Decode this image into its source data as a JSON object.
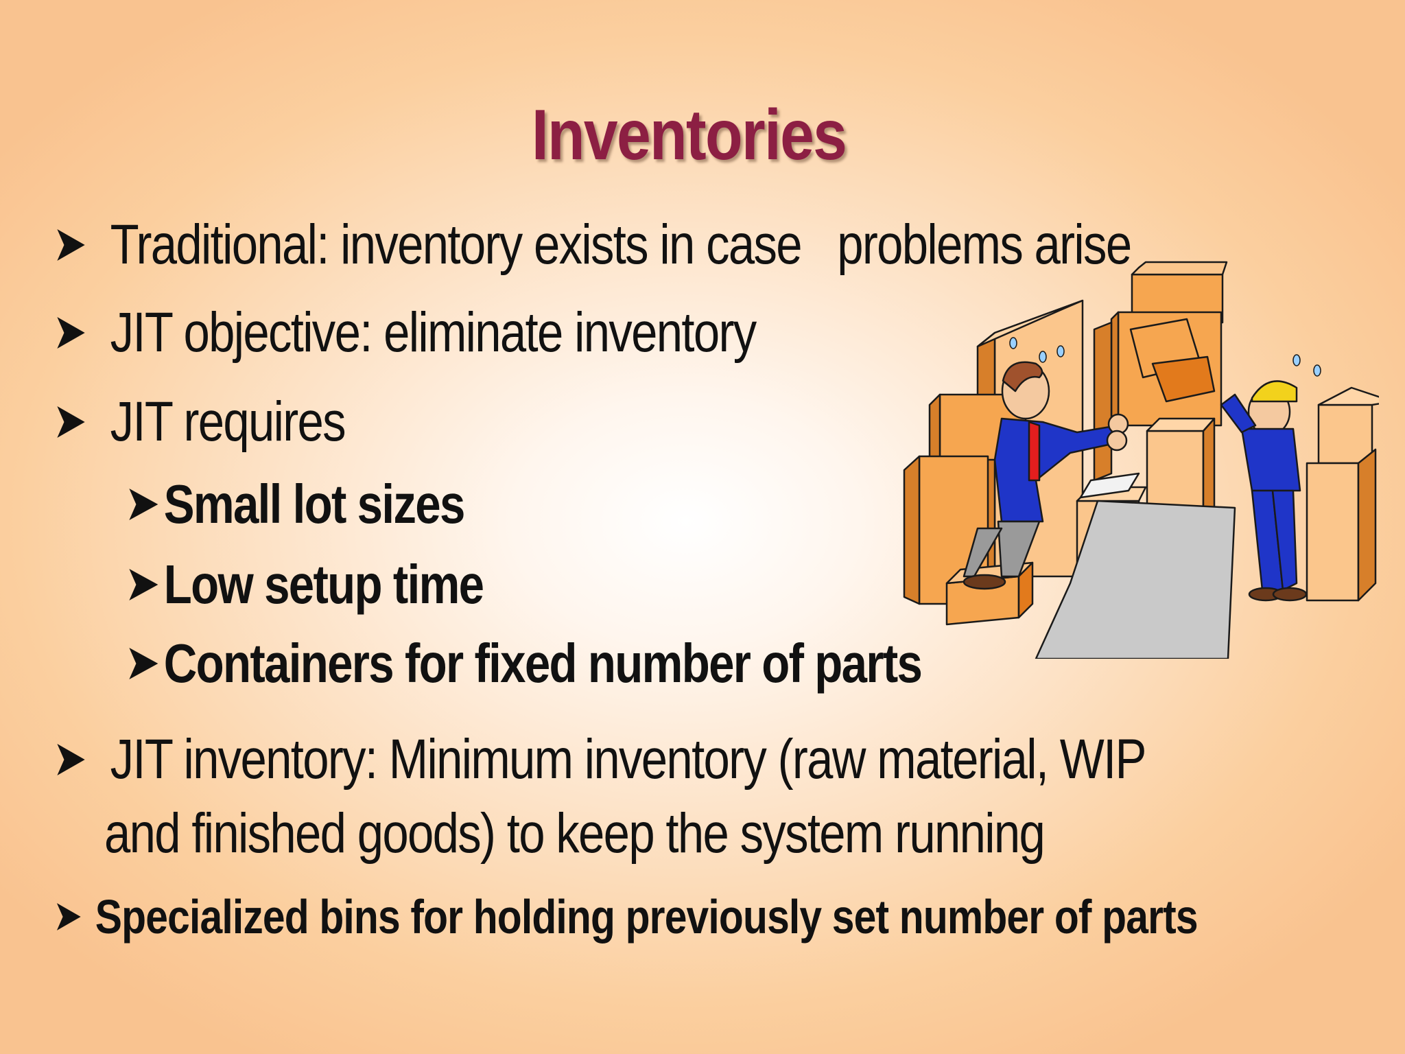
{
  "slide": {
    "title": "Inventories",
    "bullets": [
      {
        "text": "Traditional: inventory exists in case   problems arise"
      },
      {
        "text": "JIT objective: eliminate inventory"
      },
      {
        "text": "JIT requires"
      },
      {
        "text": "Small lot sizes"
      },
      {
        "text": "Low setup time"
      },
      {
        "text": "Containers for fixed number of parts"
      },
      {
        "text": "JIT inventory: Minimum inventory (raw material, WIP"
      },
      {
        "text": "and finished goods) to keep the system running"
      },
      {
        "text": "Specialized bins for holding previously set number of parts"
      }
    ]
  },
  "colors": {
    "title": "#8c1f43",
    "text": "#111111",
    "box_orange": "#f6a650",
    "background_edge": "#f9c390",
    "background_center": "#ffffff"
  },
  "illustration": {
    "name": "workers-with-falling-boxes"
  }
}
